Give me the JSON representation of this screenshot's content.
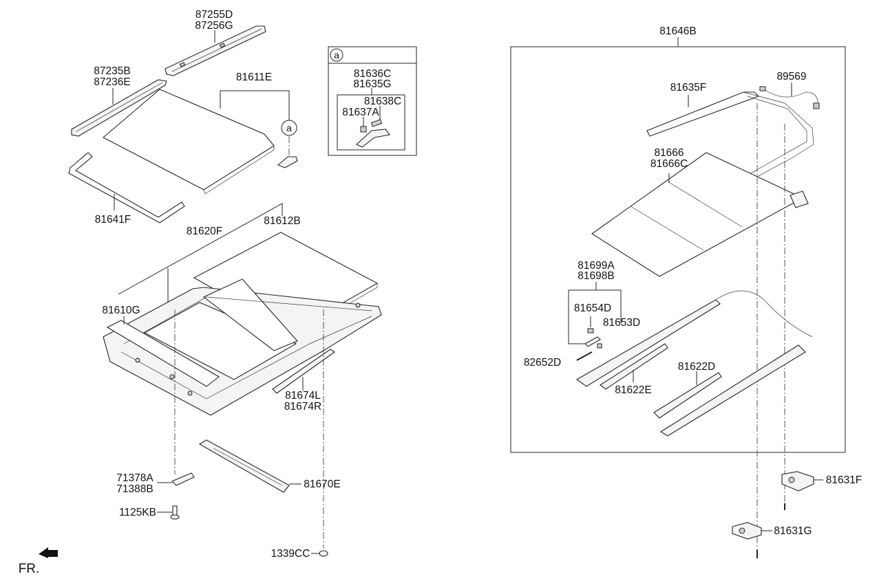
{
  "diagram": {
    "part_numbers": {
      "p87255D": "87255D",
      "p87256G": "87256G",
      "p87235B": "87235B",
      "p87236E": "87236E",
      "p81611E": "81611E",
      "p81641F": "81641F",
      "p81620F": "81620F",
      "p81612B": "81612B",
      "p81610G": "81610G",
      "p81674L": "81674L",
      "p81674R": "81674R",
      "p71378A": "71378A",
      "p71388B": "71388B",
      "p81670E": "81670E",
      "p1125KB": "1125KB",
      "p1339CC": "1339CC",
      "p81636C": "81636C",
      "p81635G": "81635G",
      "p81638C": "81638C",
      "p81637A": "81637A",
      "p81646B": "81646B",
      "p81635F": "81635F",
      "p89569": "89569",
      "p81666": "81666",
      "p81666C": "81666C",
      "p81699A": "81699A",
      "p81698B": "81698B",
      "p81654D": "81654D",
      "p81653D": "81653D",
      "p82652D": "82652D",
      "p81622E": "81622E",
      "p81622D": "81622D",
      "p81631F": "81631F",
      "p81631G": "81631G"
    },
    "callout_marker": "a",
    "front_indicator": "FR."
  }
}
